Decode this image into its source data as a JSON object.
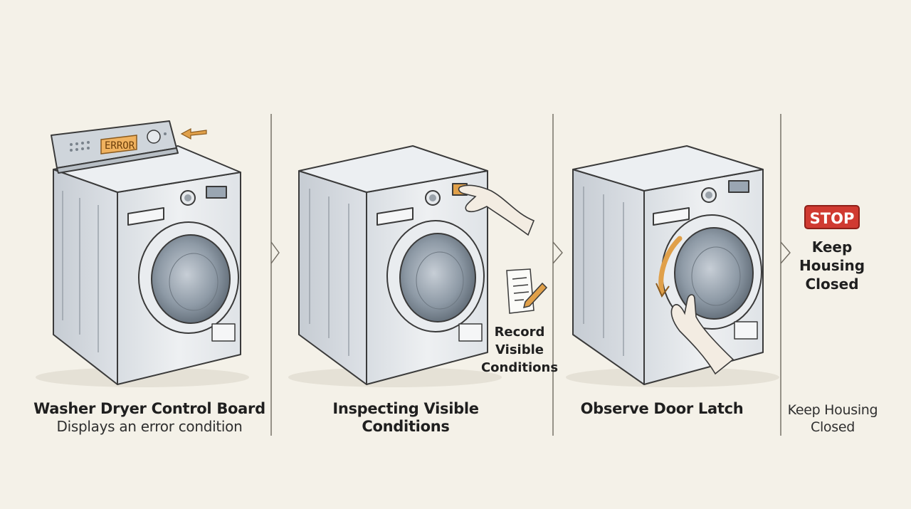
{
  "panels": [
    {
      "title": "Washer Dryer Control Board",
      "subtitle": "Displays an error condition"
    },
    {
      "title": "Inspecting Visible Conditions",
      "note": "Record Visible Conditions"
    },
    {
      "title": "Observe Door Latch"
    },
    {
      "caption": "Keep Housing Closed",
      "stop_label": "STOP",
      "stop_message": "Keep Housing Closed"
    }
  ],
  "display": {
    "error_text": "ERROR"
  },
  "colors": {
    "background": "#f4f1e8",
    "accent_orange": "#e0a04a",
    "stop_red": "#d03a31",
    "line": "#3a3a3a",
    "glass": "#8e9aa6"
  },
  "icons": [
    "arrow-left-icon",
    "document-pencil-icon",
    "stop-sign-icon",
    "hand-icon"
  ]
}
